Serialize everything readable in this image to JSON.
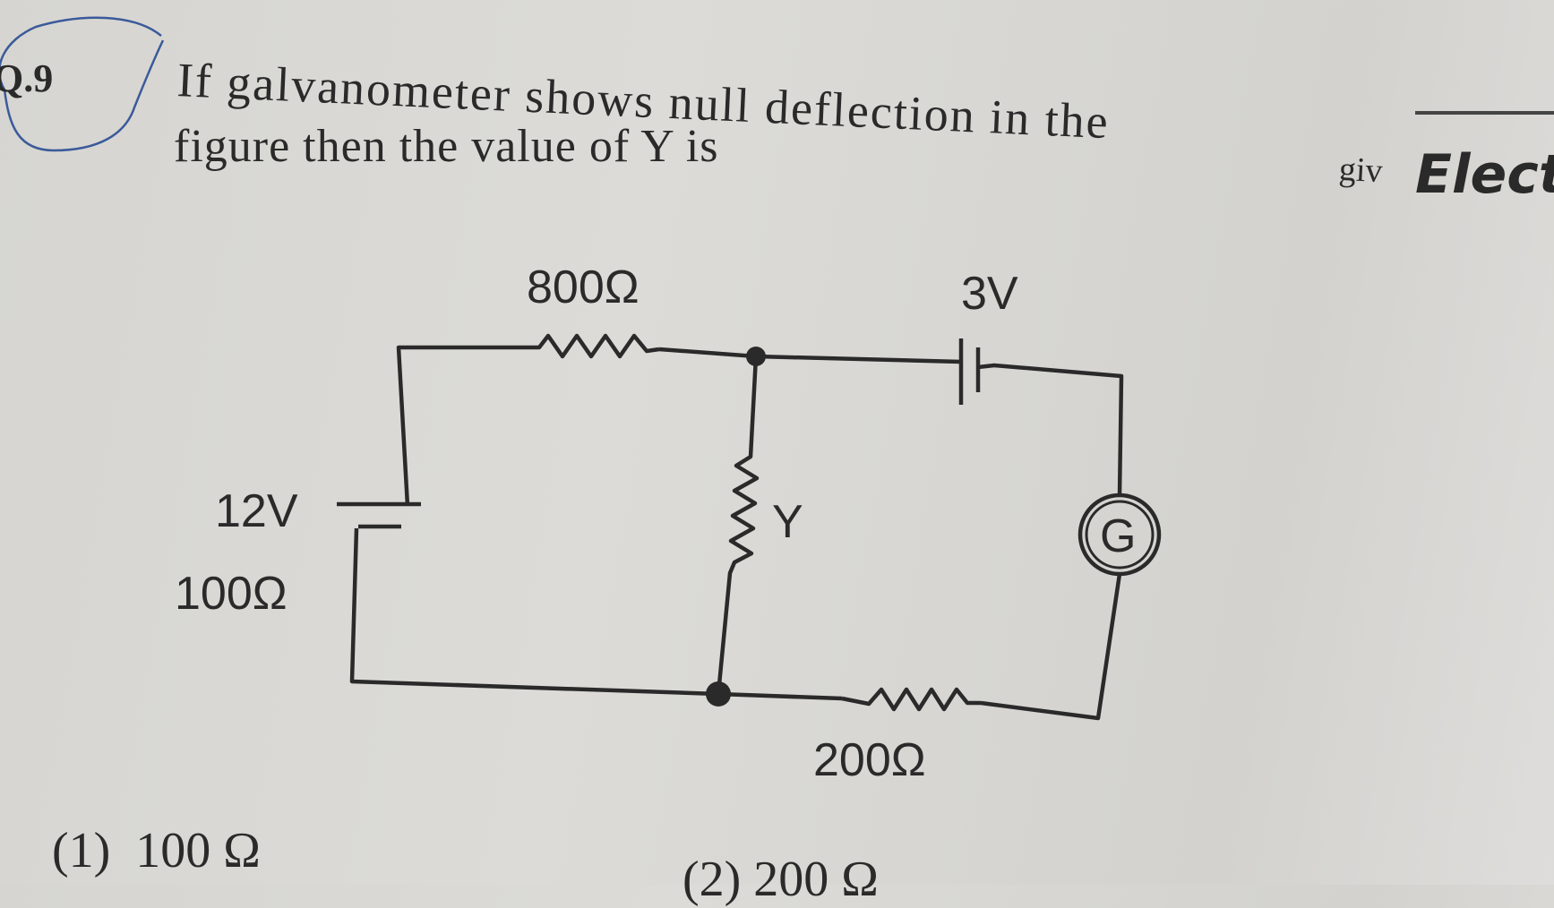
{
  "question": {
    "number": "Q.9",
    "line1": "If galvanometer shows null deflection in the",
    "line1_tail": "giv",
    "line2": "figure then the value of Y is",
    "overlay_logo": "Elect"
  },
  "circuit": {
    "top_resistor": "800Ω",
    "cell_top": "3V",
    "battery_voltage": "12V",
    "battery_resistance": "100Ω",
    "middle_resistor": "Y",
    "galvanometer": "G",
    "bottom_resistor": "200Ω"
  },
  "options": [
    {
      "label": "(1)",
      "value": "100 Ω"
    },
    {
      "label": "(2)",
      "value": "200 Ω"
    }
  ]
}
